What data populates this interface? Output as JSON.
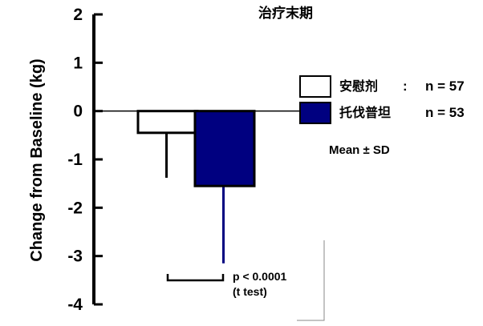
{
  "chart_data": {
    "type": "bar",
    "title": "治疗末期",
    "ylabel": "Change from Baseline (kg)",
    "xlabel": "",
    "ylim": [
      -4,
      2
    ],
    "yticks": [
      "2",
      "1",
      "0",
      "-1",
      "-2",
      "-3",
      "-4"
    ],
    "series": [
      {
        "name": "安慰剂",
        "n_label": "n = 57",
        "value": -0.45,
        "sd": 0.93,
        "color": "#ffffff"
      },
      {
        "name": "托伐普坦",
        "n_label": "n = 53",
        "value": -1.55,
        "sd": 1.6,
        "color": "#000080"
      }
    ],
    "legend_sep": ":",
    "annotation": "Mean ± SD",
    "pvalue": {
      "line1": "p < 0.0001",
      "line2": "(t test)"
    }
  }
}
